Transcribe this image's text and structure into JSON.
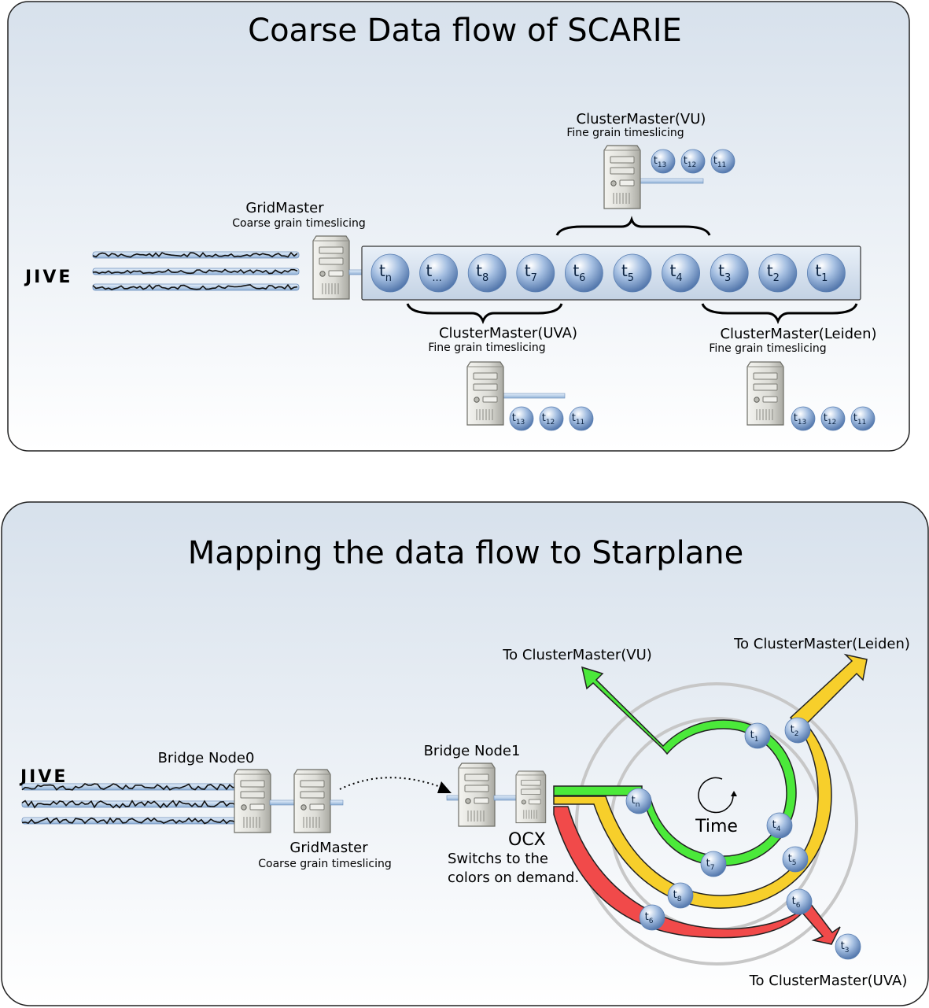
{
  "top": {
    "title": "Coarse Data flow of SCARIE",
    "jive": "JIVE",
    "gridmaster": {
      "name": "GridMaster",
      "subtitle": "Coarse grain timeslicing"
    },
    "pipeline": [
      "n",
      "...",
      "8",
      "7",
      "6",
      "5",
      "4",
      "3",
      "2",
      "1"
    ],
    "clusters": [
      {
        "id": "vu",
        "name": "ClusterMaster(VU)",
        "subtitle": "Fine grain timeslicing",
        "tokens": [
          "13",
          "12",
          "11"
        ]
      },
      {
        "id": "uva",
        "name": "ClusterMaster(UVA)",
        "subtitle": "Fine grain timeslicing",
        "tokens": [
          "13",
          "12",
          "11"
        ]
      },
      {
        "id": "leiden",
        "name": "ClusterMaster(Leiden)",
        "subtitle": "Fine grain timeslicing",
        "tokens": [
          "13",
          "12",
          "11"
        ]
      }
    ]
  },
  "bottom": {
    "title": "Mapping the data flow to Starplane",
    "jive": "JIVE",
    "bridge0": "Bridge Node0",
    "bridge1": "Bridge Node1",
    "gridmaster": {
      "name": "GridMaster",
      "subtitle": "Coarse grain timeslicing"
    },
    "ocx": {
      "name": "OCX",
      "note_line1": "Switchs to the",
      "note_line2": "colors on demand."
    },
    "time_label": "Time",
    "to_vu": "To ClusterMaster(VU)",
    "to_leiden": "To ClusterMaster(Leiden)",
    "to_uva": "To ClusterMaster(UVA)",
    "ring_tokens": [
      "1",
      "2",
      "n",
      "4",
      "5",
      "7",
      "8",
      "6",
      "6",
      "3"
    ]
  },
  "colors": {
    "green": "#4be93a",
    "yellow": "#f7cf2b",
    "red": "#f14a4a",
    "panel_top": "#d7e1ec",
    "panel_bottom": "#ffffff",
    "token": "#6f95c8",
    "gray_ring": "#c7c7c7"
  }
}
